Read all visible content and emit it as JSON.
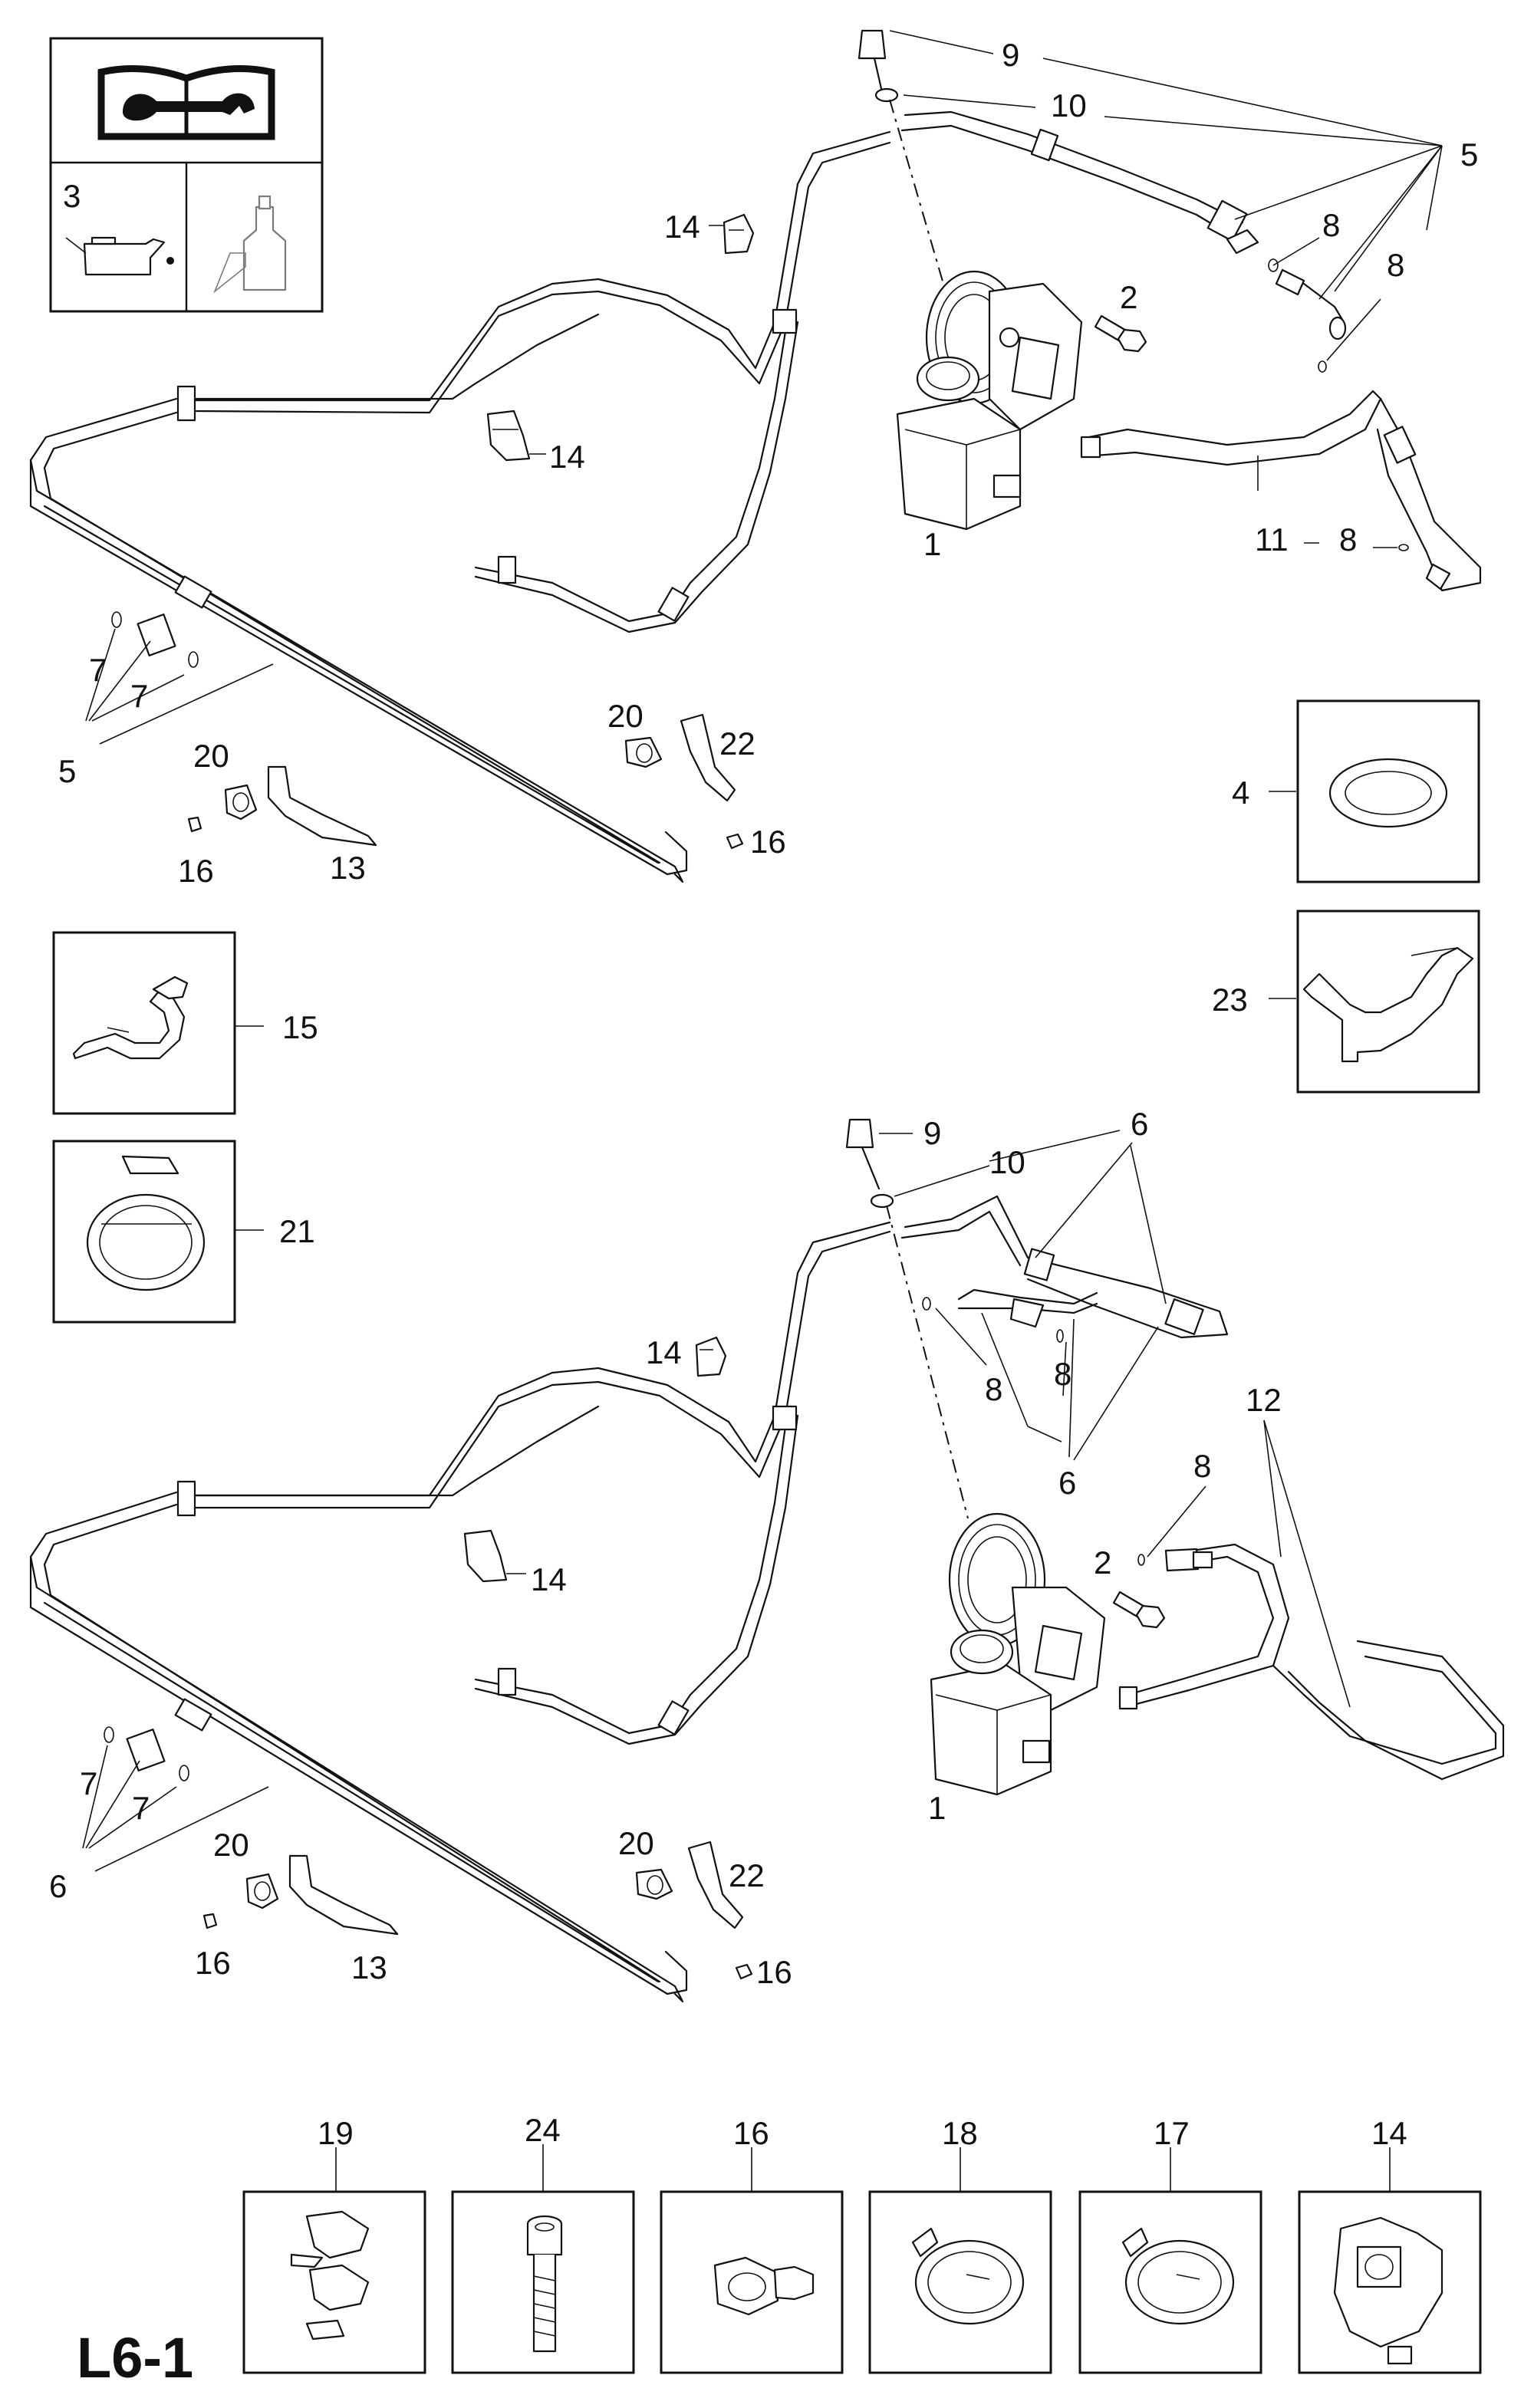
{
  "diagram": {
    "code": "L6-1",
    "labels": {
      "c3": "3",
      "u9": "9",
      "u10": "10",
      "u5": "5",
      "u8a": "8",
      "u8b": "8",
      "u2": "2",
      "u14a": "14",
      "u14b": "14",
      "u1": "1",
      "u11": "11",
      "u8c": "8",
      "u7a": "7",
      "u7b": "7",
      "u5b": "5",
      "u20a": "20",
      "u22": "22",
      "u20b": "20",
      "u16a": "16",
      "u16b": "16",
      "u13": "13",
      "b4": "4",
      "b23": "23",
      "b15": "15",
      "b21": "21",
      "l9": "9",
      "l10": "10",
      "l6a": "6",
      "l14a": "14",
      "l8a": "8",
      "l8b": "8",
      "l6b": "6",
      "l12": "12",
      "l8c": "8",
      "l2": "2",
      "l14b": "14",
      "l1": "1",
      "l7a": "7",
      "l7b": "7",
      "l6c": "6",
      "l20a": "20",
      "l22": "22",
      "l20b": "20",
      "l16a": "16",
      "l16b": "16",
      "l13": "13",
      "s19": "19",
      "s24": "24",
      "s16": "16",
      "s18": "18",
      "s17": "17",
      "s14": "14"
    }
  }
}
